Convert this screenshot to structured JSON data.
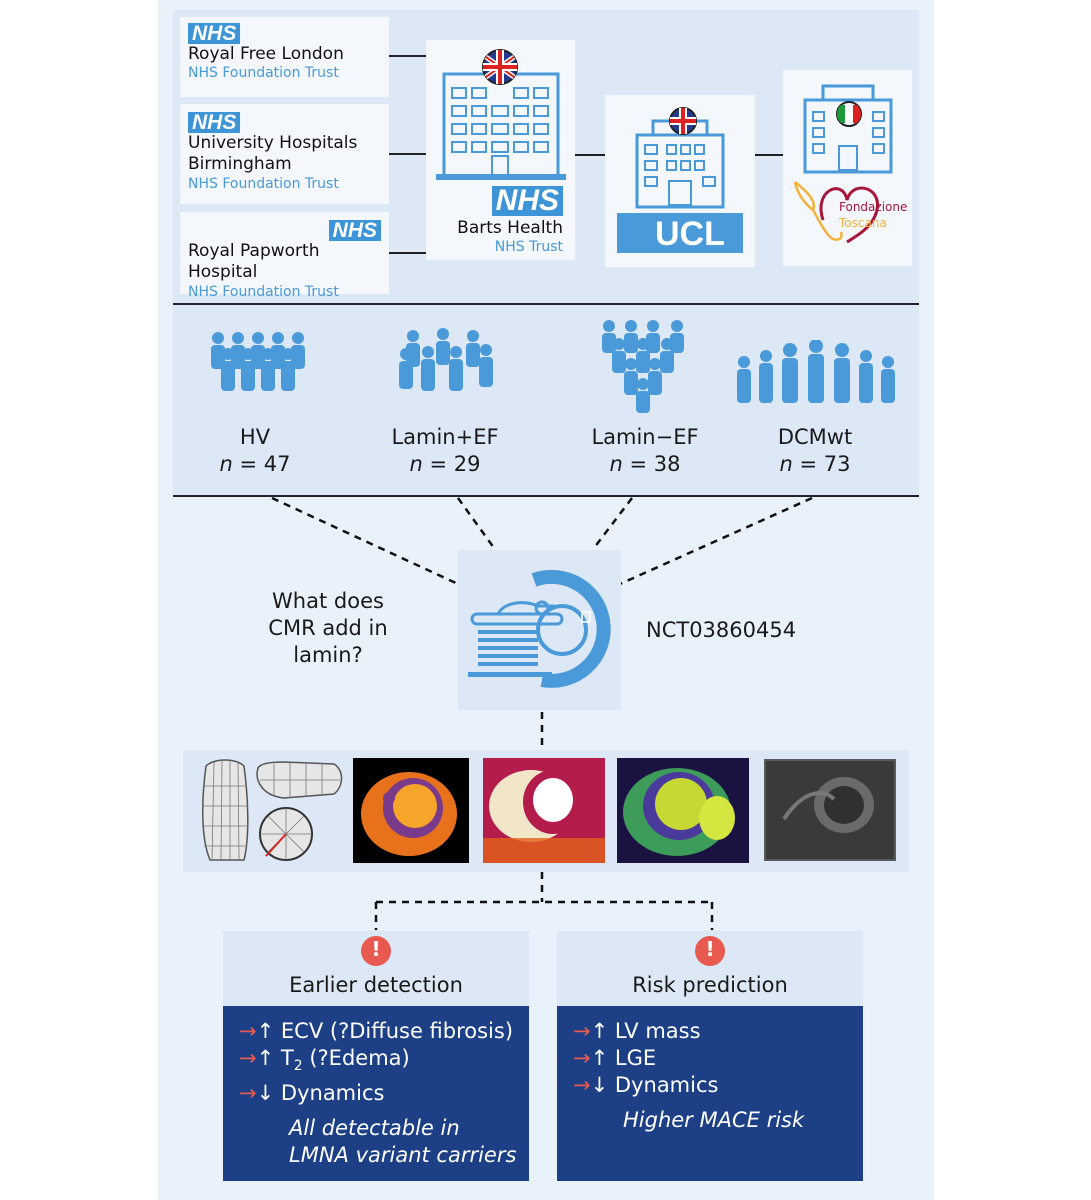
{
  "trusts": [
    {
      "logo": "NHS",
      "name": "Royal Free London",
      "trust": "NHS Foundation Trust"
    },
    {
      "logo": "NHS",
      "name": "University Hospitals",
      "name2": "Birmingham",
      "trust": "NHS Foundation Trust"
    },
    {
      "logo": "NHS",
      "name": "Royal Papworth Hospital",
      "trust": "NHS Foundation Trust"
    }
  ],
  "barts": {
    "logo": "NHS",
    "name": "Barts Health",
    "trust": "NHS Trust"
  },
  "ucl": {
    "logo": "UCL"
  },
  "toscana": {
    "line1": "Fondazione",
    "line2": "Toscana"
  },
  "groups": [
    {
      "name": "HV",
      "n_prefix": "n",
      "n_value": "= 47"
    },
    {
      "name": "Lamin+EF",
      "n_prefix": "n",
      "n_value": "= 29"
    },
    {
      "name": "Lamin−EF",
      "n_prefix": "n",
      "n_value": "= 38"
    },
    {
      "name": "DCMwt",
      "n_prefix": "n",
      "n_value": "= 73"
    }
  ],
  "question": {
    "line1": "What does",
    "line2": "CMR add in",
    "line3": "lamin?"
  },
  "trial_id": "NCT03860454",
  "alert_symbol": "!",
  "outcomes": [
    {
      "title": "Earlier detection",
      "items": [
        {
          "arrow": "→",
          "dir": "↑",
          "text": "ECV (?Diffuse fibrosis)"
        },
        {
          "arrow": "→",
          "dir": "↑",
          "text": "T",
          "sub": "2",
          "text2": " (?Edema)"
        },
        {
          "arrow": "→",
          "dir": "↓",
          "text": "Dynamics"
        }
      ],
      "conclusion1": "All detectable in",
      "conclusion2": "LMNA variant carriers"
    },
    {
      "title": "Risk prediction",
      "items": [
        {
          "arrow": "→",
          "dir": "↑",
          "text": "LV mass"
        },
        {
          "arrow": "→",
          "dir": "↑",
          "text": "LGE"
        },
        {
          "arrow": "→",
          "dir": "↓",
          "text": "Dynamics"
        }
      ],
      "conclusion1": "Higher MACE risk"
    }
  ],
  "colors": {
    "accent": "#3d94d6",
    "navy": "#1c3f86",
    "alert": "#e85a4f",
    "panel": "#e9f1fb"
  }
}
